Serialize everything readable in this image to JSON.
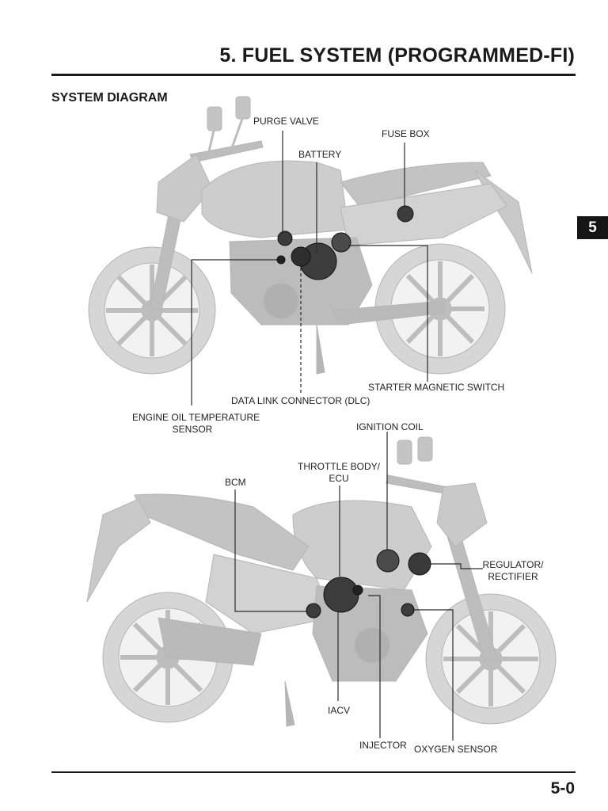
{
  "header": {
    "title": "5. FUEL SYSTEM (PROGRAMMED-FI)"
  },
  "section": {
    "title": "SYSTEM DIAGRAM"
  },
  "side_tab": {
    "label": "5"
  },
  "footer": {
    "page_number": "5-0"
  },
  "labels": {
    "purge_valve": "PURGE VALVE",
    "battery": "BATTERY",
    "fuse_box": "FUSE BOX",
    "starter_magnetic_switch": "STARTER MAGNETIC SWITCH",
    "data_link_connector": "DATA LINK CONNECTOR (DLC)",
    "engine_oil_temp_1": "ENGINE OIL TEMPERATURE",
    "engine_oil_temp_2": "SENSOR",
    "ignition_coil": "IGNITION COIL",
    "throttle_body_1": "THROTTLE BODY/",
    "throttle_body_2": "ECU",
    "bcm": "BCM",
    "regulator_1": "REGULATOR/",
    "regulator_2": "RECTIFIER",
    "iacv": "IACV",
    "injector": "INJECTOR",
    "oxygen_sensor": "OXYGEN SENSOR"
  },
  "colors": {
    "ink": "#1a1a1a",
    "bike": "#c8c8c8",
    "bike_dark": "#a9a9a9",
    "callout": "#2a2a2a"
  }
}
